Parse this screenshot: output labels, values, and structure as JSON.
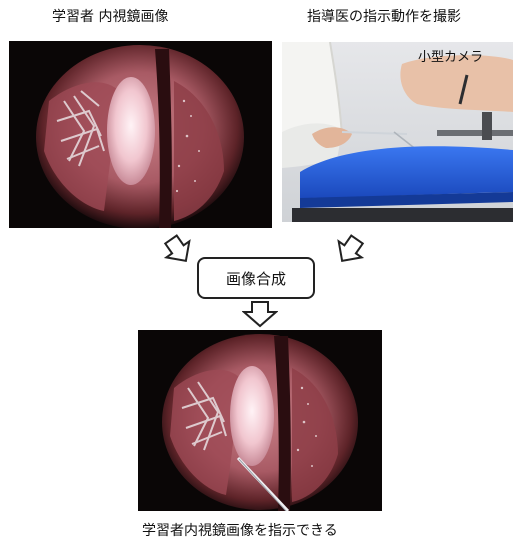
{
  "captions": {
    "learner_view": "学習者 内視鏡画像",
    "instructor_filming": "指導医の指示動作を撮影",
    "result": "学習者内視鏡画像を指示できる"
  },
  "labels": {
    "small_camera": "小型カメラ"
  },
  "process": {
    "compose": "画像合成"
  },
  "colors": {
    "panel_bg": "#0a0606",
    "tissue": "#b4616b",
    "tissue_dark": "#5d2328",
    "highlight": "#f1c6cf",
    "pad_blue": "#1f57d8"
  }
}
